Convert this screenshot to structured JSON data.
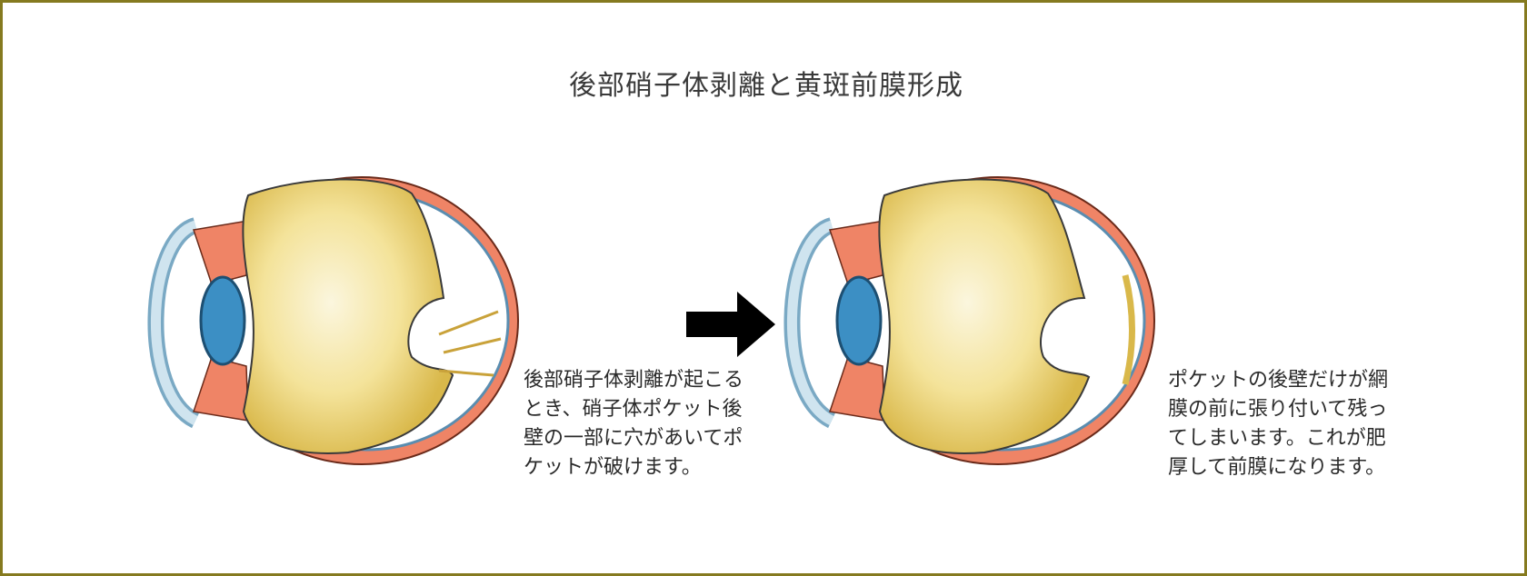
{
  "title": "後部硝子体剥離と黄斑前膜形成",
  "caption_left": "後部硝子体剥離が起こる\nとき、硝子体ポケット後\n壁の一部に穴があいてポ\nケットが破けます。",
  "caption_right": "ポケットの後壁だけが網\n膜の前に張り付いて残っ\nてしまいます。これが肥\n厚して前膜になります。",
  "colors": {
    "frame": "#857a1f",
    "sclera": "#ef8466",
    "vitreous": "#f4e39a",
    "vitreous_dark": "#d9b84a",
    "cornea": "#b9d6e6",
    "lens": "#3c8fc4",
    "arrow": "#000000"
  }
}
